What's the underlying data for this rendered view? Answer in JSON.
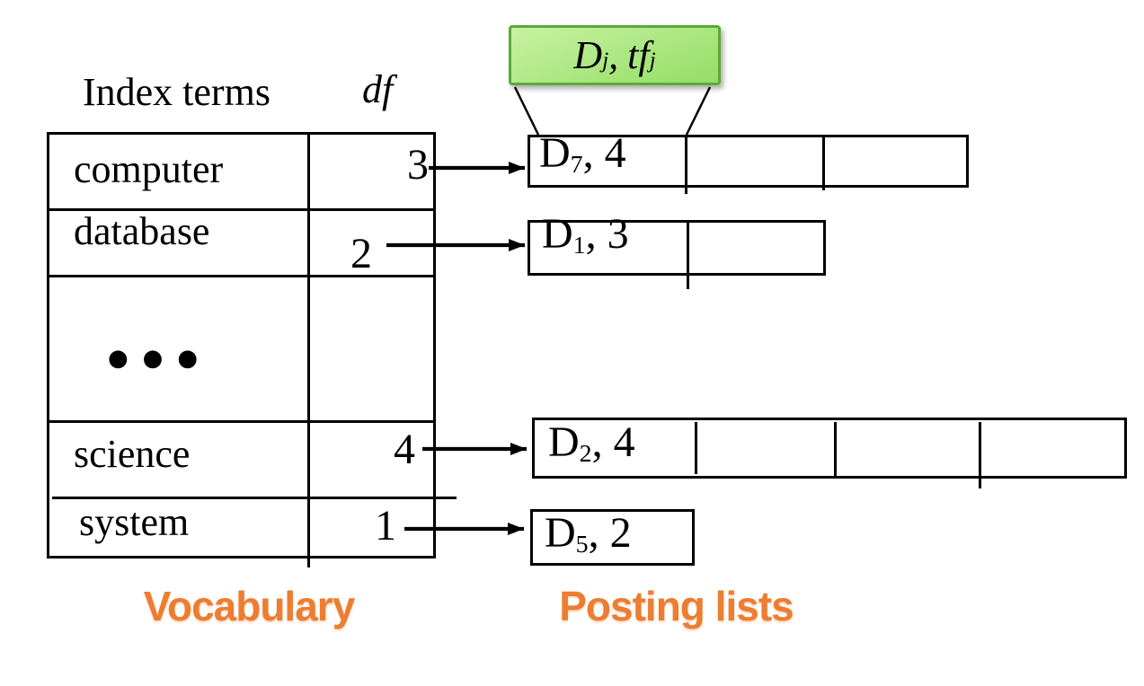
{
  "diagram": {
    "callout": {
      "doc_var": "D",
      "doc_var_sub": "j",
      "separator": ", ",
      "tf_var": "tf",
      "tf_var_sub": "j"
    },
    "vocabulary": {
      "caption": "Vocabulary",
      "header_terms": "Index terms",
      "header_df": "df",
      "ellipsis": "●●●",
      "rows": [
        {
          "term": "computer",
          "df": "3"
        },
        {
          "term": "database",
          "df": "2"
        },
        {
          "term": "science",
          "df": "4"
        },
        {
          "term": "system",
          "df": "1"
        }
      ]
    },
    "postings": {
      "caption": "Posting lists",
      "lists": [
        {
          "doc": "D",
          "doc_sub": "7",
          "rest": ", 4",
          "cells": 3
        },
        {
          "doc": "D",
          "doc_sub": "1",
          "rest": ", 3",
          "cells": 2
        },
        {
          "doc": "D",
          "doc_sub": "2",
          "rest": ", 4",
          "cells": 4
        },
        {
          "doc": "D",
          "doc_sub": "5",
          "rest": ", 2",
          "cells": 1
        }
      ]
    },
    "colors": {
      "accent_orange": "#ED7D31",
      "callout_fill_light": "#C9F1A2",
      "callout_fill_dark": "#96DC66",
      "callout_border": "#5AAA38",
      "line_black": "#000000"
    }
  }
}
